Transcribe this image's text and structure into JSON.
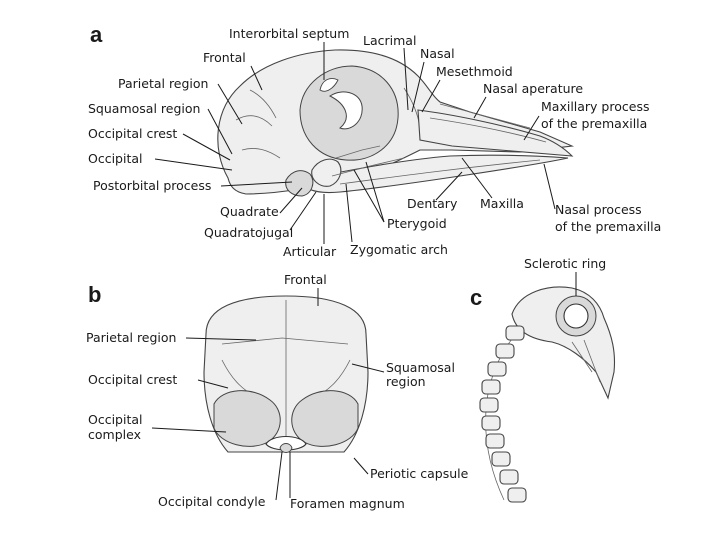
{
  "panels": {
    "a": {
      "letter": "a",
      "labels": {
        "interorbital_septum": "Interorbital septum",
        "lacrimal": "Lacrimal",
        "frontal": "Frontal",
        "nasal": "Nasal",
        "mesethmoid": "Mesethmoid",
        "parietal_region": "Parietal region",
        "nasal_aperature": "Nasal aperature",
        "squamosal_region": "Squamosal region",
        "maxillary_process_1": "Maxillary process",
        "maxillary_process_2": "of the premaxilla",
        "occipital_crest": "Occipital crest",
        "occipital": "Occipital",
        "postorbital_process": "Postorbital process",
        "dentary": "Dentary",
        "maxilla": "Maxilla",
        "quadrate": "Quadrate",
        "pterygoid": "Pterygoid",
        "nasal_process_1": "Nasal process",
        "nasal_process_2": "of the premaxilla",
        "quadratojugal": "Quadratojugal",
        "articular": "Articular",
        "zygomatic_arch": "Zygomatic arch"
      }
    },
    "b": {
      "letter": "b",
      "labels": {
        "frontal": "Frontal",
        "parietal_region": "Parietal region",
        "squamosal_1": "Squamosal",
        "squamosal_2": "region",
        "occipital_crest": "Occipital crest",
        "occipital_complex_1": "Occipital",
        "occipital_complex_2": "complex",
        "periotic_capsule": "Periotic capsule",
        "occipital_condyle": "Occipital condyle",
        "foramen_magnum": "Foramen magnum"
      }
    },
    "c": {
      "letter": "c",
      "labels": {
        "sclerotic_ring": "Sclerotic ring"
      }
    }
  }
}
